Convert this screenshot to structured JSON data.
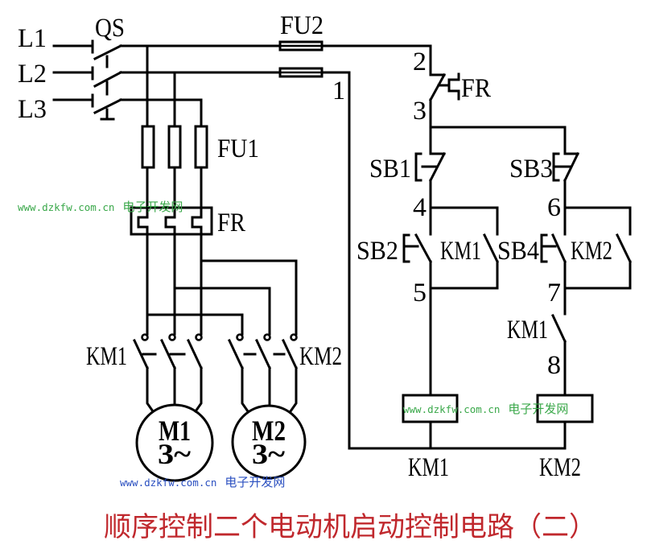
{
  "title": "顺序控制二个电动机启动控制电路（二）",
  "watermark": {
    "url": "www.dzkfw.com.cn",
    "site": "电子开发网"
  },
  "power_circuit": {
    "supply_lines": [
      "L1",
      "L2",
      "L3"
    ],
    "isolator": "QS",
    "main_fuses": "FU1",
    "control_fuses": "FU2",
    "thermal_relay": "FR",
    "contactor_1": "KM1",
    "contactor_2": "KM2",
    "motors": [
      {
        "name": "M1",
        "type": "3~"
      },
      {
        "name": "M2",
        "type": "3~"
      }
    ]
  },
  "control_circuit": {
    "nodes": {
      "n1": "1",
      "n2": "2",
      "n3": "3",
      "n4": "4",
      "n5": "5",
      "n6": "6",
      "n7": "7",
      "n8": "8"
    },
    "fr_contact": "FR",
    "stop_button_1": "SB1",
    "stop_button_2": "SB3",
    "start_button_1": "SB2",
    "start_button_2": "SB4",
    "km1_hold_contact": "KM1",
    "km2_hold_contact": "KM2",
    "km1_interlock_contact": "KM1",
    "coil_1": "KM1",
    "coil_2": "KM2"
  },
  "colors": {
    "wire": "#000000",
    "title": "#c0282d",
    "watermark_green": "#3aa84a",
    "watermark_blue": "#2a4fc0"
  }
}
